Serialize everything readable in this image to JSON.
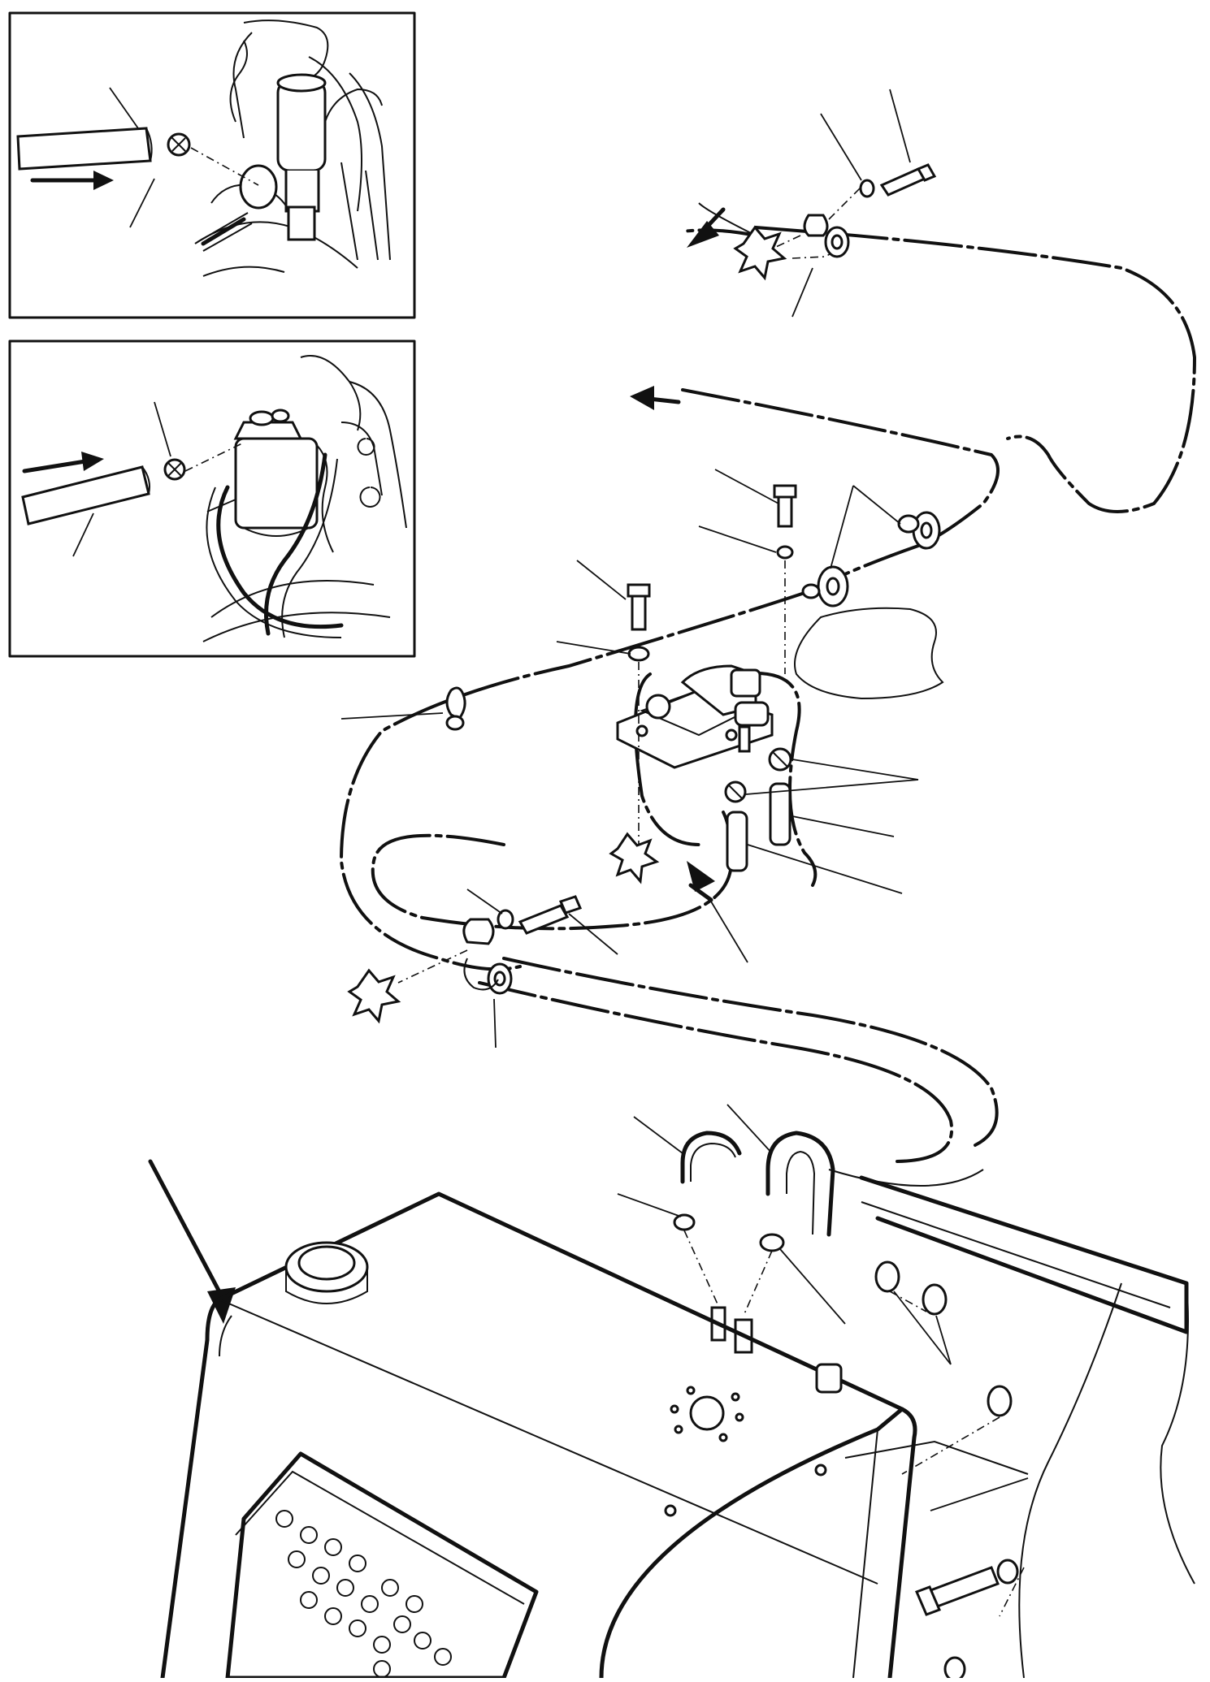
{
  "diagram": {
    "kind": "exploded parts drawing",
    "text": [],
    "callout_leader_count": 24,
    "insets": 2
  }
}
